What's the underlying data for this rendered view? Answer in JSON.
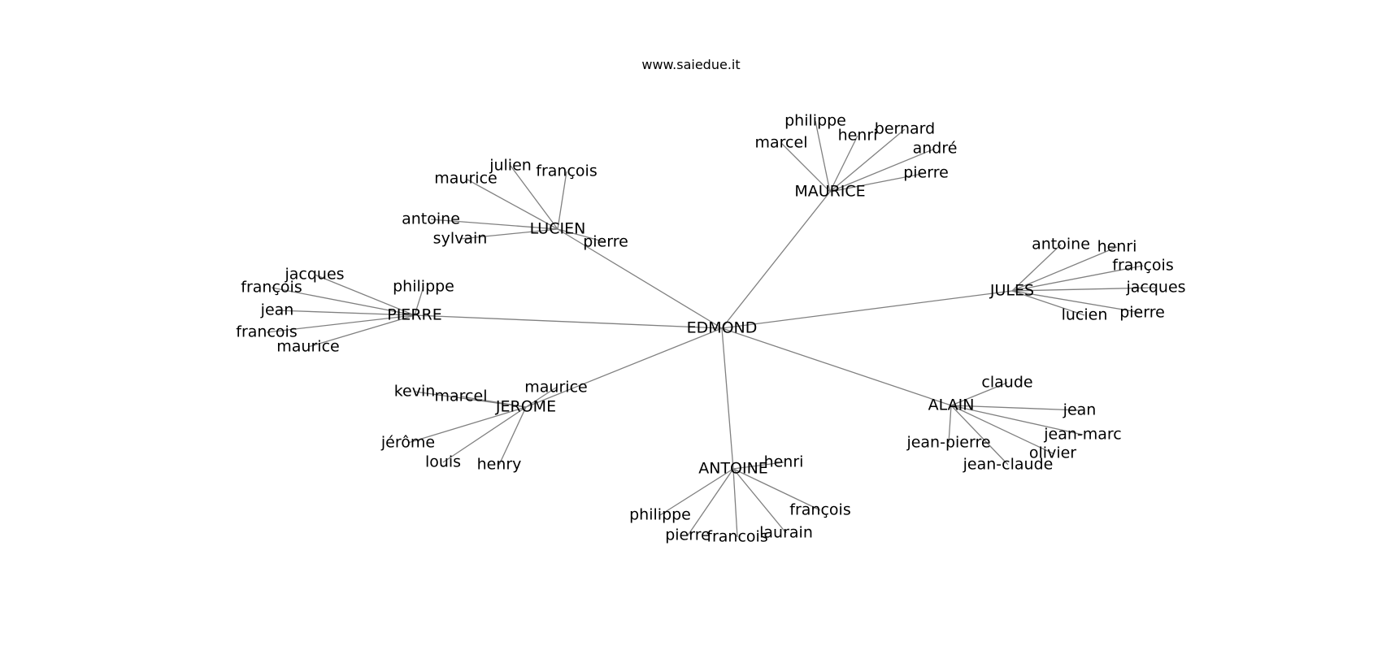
{
  "caption": "www.saiedue.it",
  "colors": {
    "edge": "#808080",
    "text": "#000000",
    "background": "#ffffff"
  },
  "graph": {
    "root": "EDMOND",
    "groups": [
      {
        "name": "LUCIEN",
        "children": [
          "julien",
          "françois",
          "maurice",
          "antoine",
          "sylvain",
          "pierre"
        ]
      },
      {
        "name": "MAURICE",
        "children": [
          "philippe",
          "henri",
          "bernard",
          "marcel",
          "andré",
          "pierre"
        ]
      },
      {
        "name": "JULES",
        "children": [
          "antoine",
          "henri",
          "françois",
          "jacques",
          "lucien",
          "pierre"
        ]
      },
      {
        "name": "PIERRE",
        "children": [
          "jacques",
          "philippe",
          "françois",
          "jean",
          "francois",
          "maurice"
        ]
      },
      {
        "name": "JEROME",
        "children": [
          "kevin",
          "marcel",
          "maurice",
          "jérôme",
          "louis",
          "henry"
        ]
      },
      {
        "name": "ALAIN",
        "children": [
          "claude",
          "jean",
          "jean-marc",
          "jean-pierre",
          "olivier",
          "jean-claude"
        ]
      },
      {
        "name": "ANTOINE",
        "children": [
          "henri",
          "philippe",
          "françois",
          "pierre",
          "francois",
          "laurain"
        ]
      }
    ]
  }
}
